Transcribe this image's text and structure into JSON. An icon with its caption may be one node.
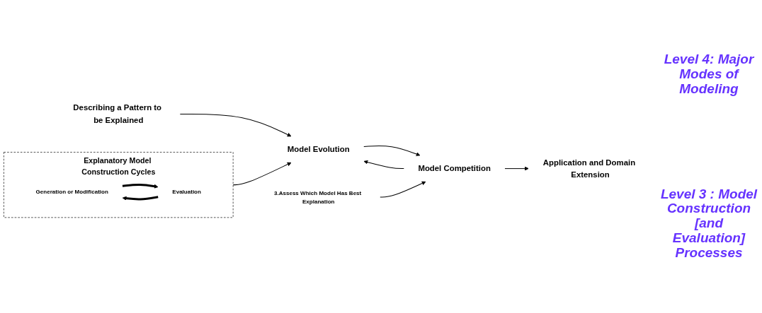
{
  "diagram": {
    "nodes": [
      {
        "text": [
          "Describing a Pattern to be Explained"
        ]
      },
      {
        "text": [
          "Model Evolution"
        ]
      },
      {
        "text": [
          "Model Competition"
        ]
      },
      {
        "text": [
          "Application and Domain Extension"
        ]
      },
      {
        "text": [
          "Explanatory Model Construction Cycles"
        ]
      },
      {
        "text": [
          "Generation or Modification"
        ],
        "in": 4
      },
      {
        "text": [
          "Evaluation"
        ],
        "in": 4
      },
      {
        "text": [
          "3.Assess Which Model Has Best Explanation"
        ]
      }
    ],
    "edges": [
      {
        "from": 0,
        "to": 1,
        "arrow": "to"
      },
      {
        "from": 2,
        "to": 1,
        "arrow": "to"
      },
      {
        "from": 1,
        "to": 2,
        "arrow": "to"
      },
      {
        "from": 2,
        "to": 3,
        "arrow": "to"
      },
      {
        "from": 4,
        "to": 1,
        "arrow": "to"
      },
      {
        "from": 7,
        "to": 2,
        "arrow": "to"
      },
      {
        "from": 6,
        "to": 5,
        "arrow": "to",
        "style": "thick"
      },
      {
        "from": 5,
        "to": 6,
        "arrow": "to",
        "style": "thick"
      }
    ],
    "labels": [
      "Level 4: Major Modes of Modeling",
      "Level 3 : Model Construction [and Evaluation] Processes"
    ]
  }
}
